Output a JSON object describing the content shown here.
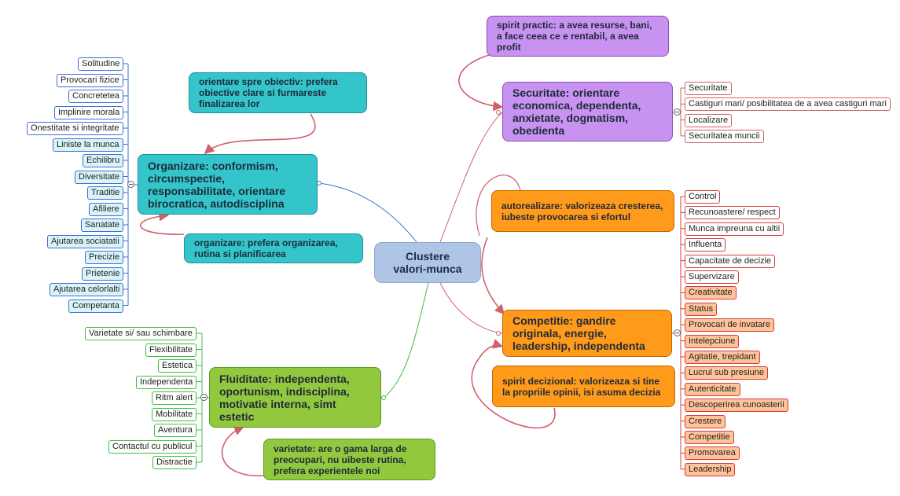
{
  "center": {
    "label": "Clustere\nvalori-munca"
  },
  "organizare": {
    "title": "Organizare: conformism, circumspectie, responsabilitate, orientare birocratica, autodisciplina",
    "note_top": "orientare spre obiectiv: prefera obiective clare si furmareste finalizarea lor",
    "note_bottom": "organizare: prefera organizarea, rutina si planificarea",
    "items": [
      "Solitudine",
      "Provocari fizice",
      "Concretetea",
      "Implinire morala",
      "Onestitate si integritate",
      "Liniste la munca",
      "Echilibru",
      "Diversitate",
      "Traditie",
      "Afiliere",
      "Sanatate",
      "Ajutarea sociatatii",
      "Precizie",
      "Prietenie",
      "Ajutarea celorlalti",
      "Competanta"
    ]
  },
  "fluiditate": {
    "title": "Fluiditate: independenta, oportunism, indisciplina, motivatie interna, simt estetic",
    "note": "varietate: are o gama larga de preocupari, nu uibeste rutina, prefera experientele noi",
    "items": [
      "Varietate si/ sau schimbare",
      "Flexibilitate",
      "Estetica",
      "Independenta",
      "Ritm alert",
      "Mobilitate",
      "Aventura",
      "Contactul cu publicul",
      "Distractie"
    ]
  },
  "securitate": {
    "title": "Securitate: orientare economica, dependenta, anxietate, dogmatism, obedienta",
    "note": "spirit practic: a avea resurse, bani, a face ceea ce e rentabil, a avea profit",
    "items": [
      "Securitate",
      "Castiguri mari/ posibilitatea de a avea castiguri mari",
      "Localizare",
      "Securitatea muncii"
    ]
  },
  "competitie": {
    "title": "Competitie:  gandire originala, energie, leadership, independenta",
    "note_top": "autorealizare: valorizeaza cresterea, iubeste provocarea si efortul",
    "note_bottom": "spirit decizional: valorizeaza si tine la propriile opinii, isi asuma decizia",
    "items": [
      "Control",
      "Recunoastere/ respect",
      "Munca impreuna cu altii",
      "Influenta",
      "Capacitate de decizie",
      "Supervizare",
      "Creativitate",
      "Status",
      "Provocari de invatare",
      "Intelepciune",
      "Agitatie, trepidant",
      "Lucrul sub presiune",
      "Autenticitate",
      "Descoperirea cunoasterii",
      "Crestere",
      "Competitie",
      "Promovarea",
      "Leadership"
    ]
  },
  "colors": {
    "teal": "#33c5c9",
    "teal_border": "#1e8f96",
    "teal_leaf_bg": "#d8f4f6",
    "green": "#92c83e",
    "green_border": "#5a9a1c",
    "purple": "#c892f0",
    "purple_border": "#8b4db8",
    "orange": "#ff9a1a",
    "orange_border": "#c86400",
    "orange_leaf_bg": "#ffc39a",
    "center": "#aec5e6",
    "blue_line": "#3d6fd6",
    "pink_line": "#d0606b"
  }
}
